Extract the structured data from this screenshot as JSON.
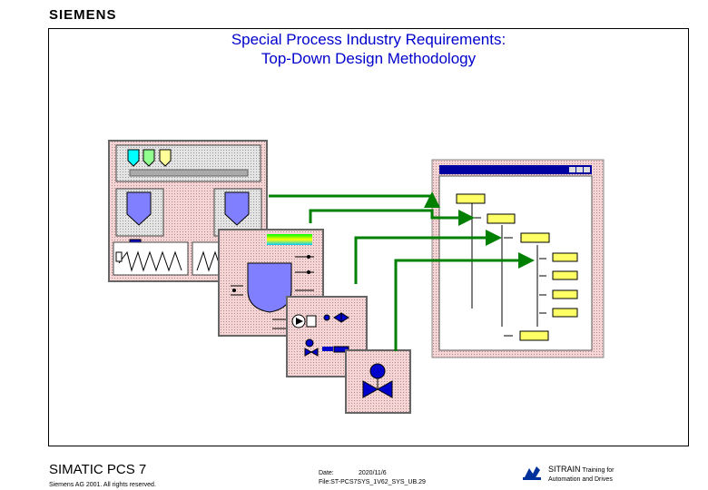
{
  "brand": {
    "logo_text": "SIEMENS"
  },
  "header": {
    "title_line1": "Special Process Industry Requirements:",
    "title_line2": "Top-Down Design Methodology"
  },
  "footer": {
    "product": "SIMATIC PCS 7",
    "copyright": "Siemens AG 2001. All rights reserved.",
    "date_label": "Date:",
    "date_value": "2020/11/6",
    "file_label": "File:",
    "file_value": "ST-PCS7SYS_1V62_SYS_UB.29",
    "training_brand": "SITRAIN",
    "training_line1": "Training for",
    "training_line2": "Automation and Drives"
  },
  "colors": {
    "title": "#0000cc",
    "connector_green": "#008000",
    "hierarchy_block": "#ffff66",
    "vessel_blue": "#7f7fff",
    "valve_blue": "#0000cc",
    "window_titlebar": "#0000a0",
    "panel_fill": "#f0c8c8"
  }
}
